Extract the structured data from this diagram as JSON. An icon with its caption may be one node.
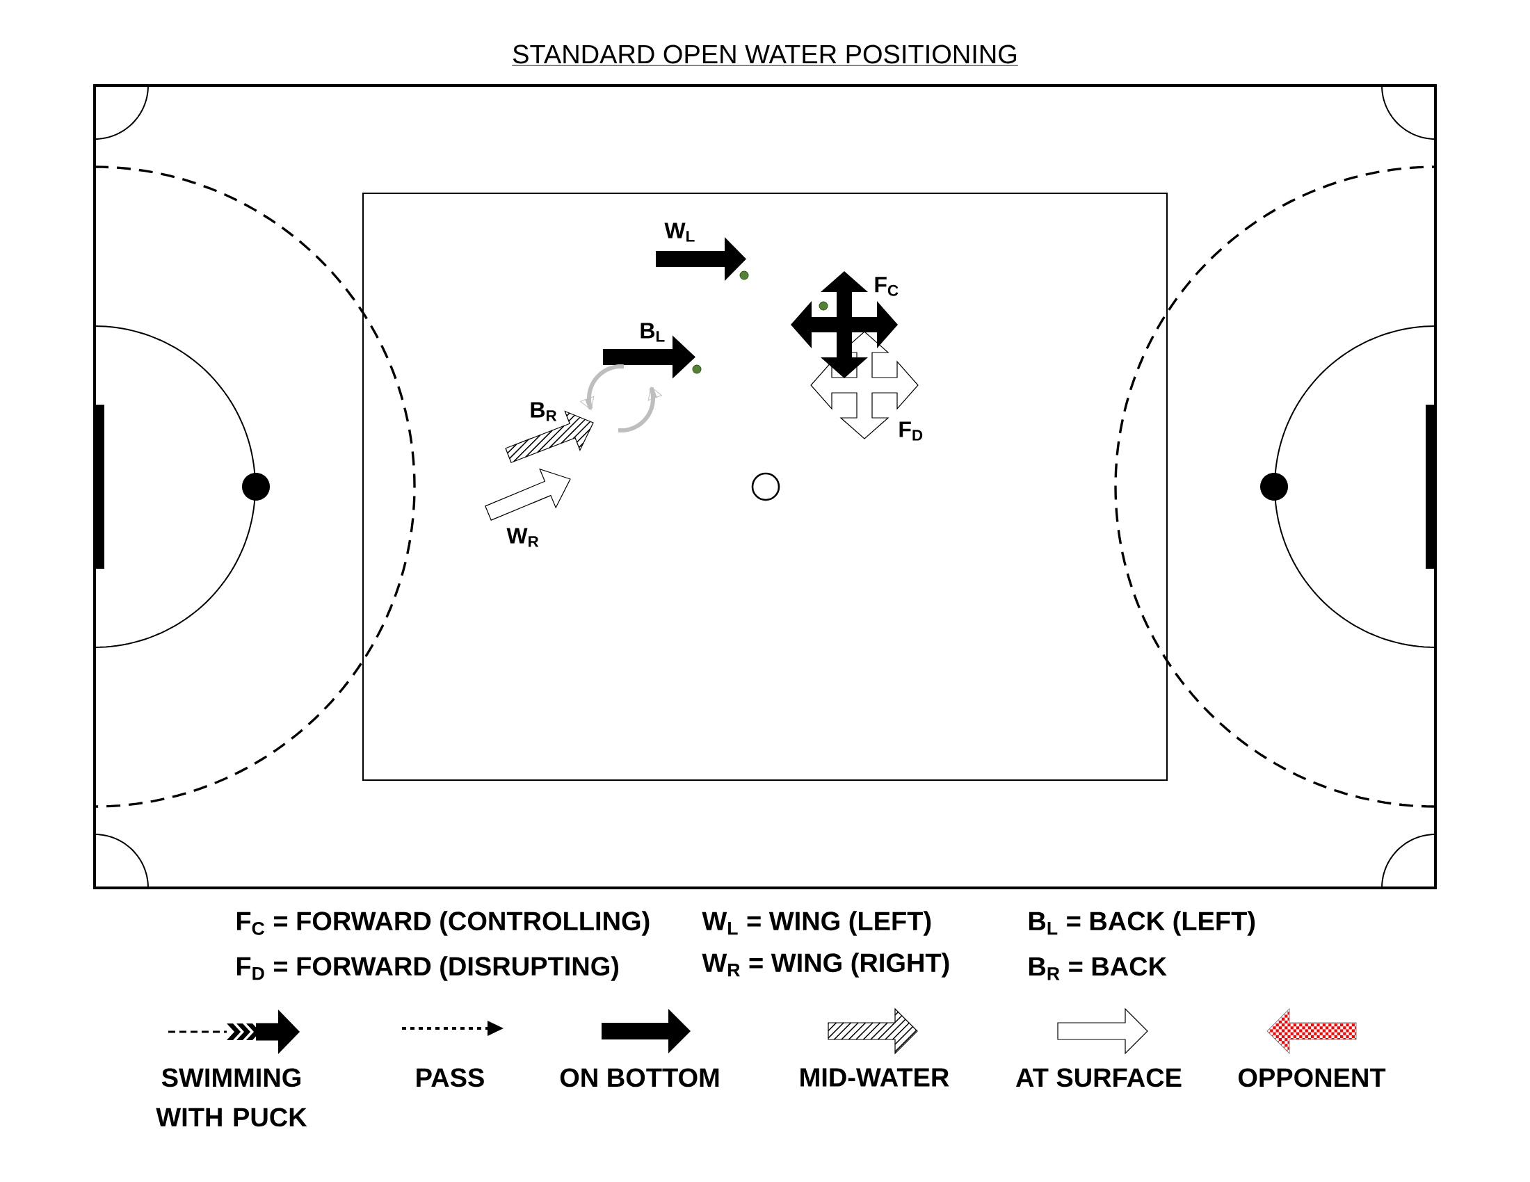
{
  "diagram": {
    "title": "STANDARD OPEN WATER POSITIONING",
    "labels": [
      "W$_{L}$",
      "F$_{C}$",
      "B$_{L}$",
      "B$_{R}$",
      "F$_{D}$",
      "W$_{R}$",
      "F$_{C}$ = FORWARD (CONTROLLING)",
      "W$_{L}$ = WING (LEFT)",
      "B$_{L}$ = BACK (LEFT)",
      "F$_{D}$ = FORWARD (DISRUPTING)",
      "W$_{R}$ = WING (RIGHT)",
      "B$_{R}$ = BACK"
    ],
    "legend": [
      {
        "text": "SWIMMING WITH PUCK"
      },
      {
        "text": "PASS"
      },
      {
        "text": "ON BOTTOM"
      },
      {
        "text": "MID-WATER"
      },
      {
        "text": "AT SURFACE"
      },
      {
        "text": "OPPONENT"
      }
    ]
  }
}
